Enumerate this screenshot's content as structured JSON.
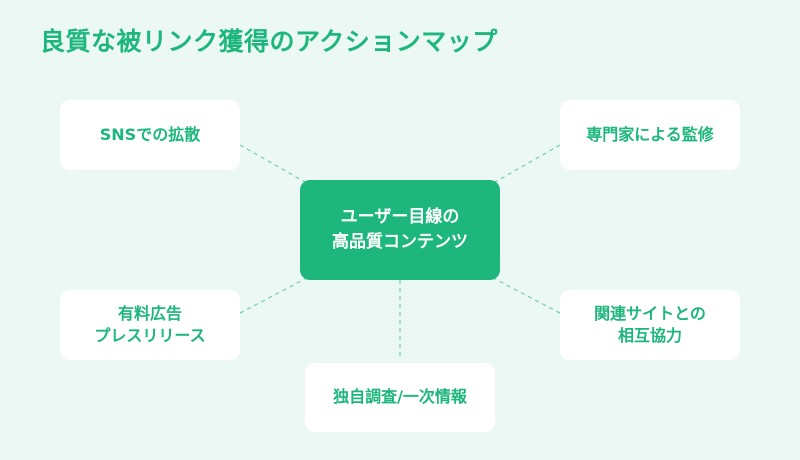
{
  "title": "良質な被リンク獲得のアクションマップ",
  "colors": {
    "accent": "#1db67c",
    "background": "#ecf8f3",
    "node": "#ffffff"
  },
  "center": {
    "line1": "ユーザー目線の",
    "line2": "高品質コンテンツ"
  },
  "nodes": {
    "top_left": {
      "line1": "SNSでの拡散"
    },
    "top_right": {
      "line1": "専門家による監修"
    },
    "bottom_left": {
      "line1": "有料広告",
      "line2": "プレスリリース"
    },
    "bottom_right": {
      "line1": "関連サイトとの",
      "line2": "相互協力"
    },
    "bottom": {
      "line1": "独自調査/一次情報"
    }
  }
}
